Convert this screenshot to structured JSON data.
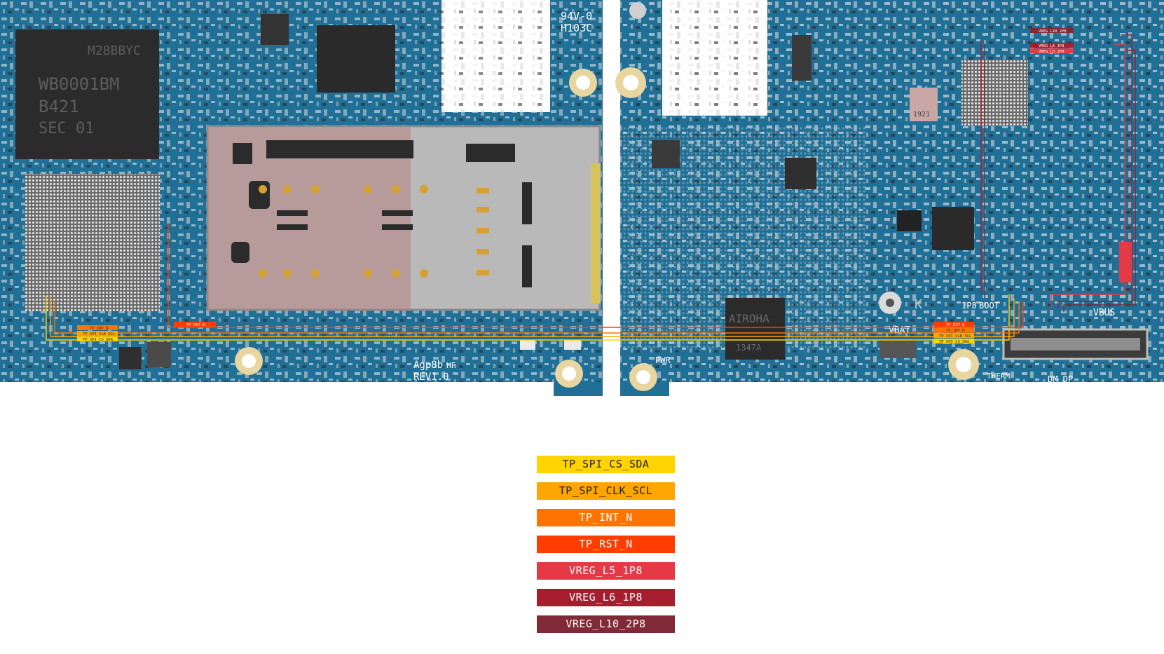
{
  "board": {
    "silkscreen": {
      "fab_code": "94V-0",
      "fab_code2": "H103C",
      "revision_name": "Agp8b",
      "revision_hf": "HF",
      "revision": "REV1.0",
      "chip_marking_1": "WB0001BM",
      "chip_marking_2": "B421",
      "chip_marking_3": "SEC 01",
      "chip_marking_4": "M28BBYC",
      "airoha": "AIROHA",
      "airoha_code": "1347A",
      "ic_small": "1921",
      "label_1p8": "1P8",
      "label_boot": "BOOT",
      "label_vbus": "VBUS",
      "label_vbat": "VBAT",
      "label_pwr": "PWR",
      "label_therm": "THERM",
      "label_dm_dp": "DM DP",
      "label_k": "K"
    },
    "tags_left": [
      "TP_INT_N",
      "TP_SPI_CLK_SCL",
      "TP_SPI_CS_SDA"
    ],
    "tag_rst_left": "TP_RST_N",
    "tags_right": [
      "TP_RST_N",
      "TP_INT_N",
      "TP_SPI_CLK_SCL",
      "TP_SPI_CS_SDA"
    ],
    "tags_top_right": [
      "VREG_L10_2P8",
      "VREG_L6_1P8",
      "VREG_L5_1P8"
    ]
  },
  "legend": [
    {
      "label": "TP_SPI_CS_SDA",
      "color": "#FFD400"
    },
    {
      "label": "TP_SPI_CLK_SCL",
      "color": "#FFA500"
    },
    {
      "label": "TP_INT_N",
      "color": "#FF7400"
    },
    {
      "label": "TP_RST_N",
      "color": "#FF3D00"
    },
    {
      "label": "VREG_L5_1P8",
      "color": "#E63946"
    },
    {
      "label": "VREG_L6_1P8",
      "color": "#A61E2E"
    },
    {
      "label": "VREG_L10_2P8",
      "color": "#7F2A36"
    }
  ]
}
